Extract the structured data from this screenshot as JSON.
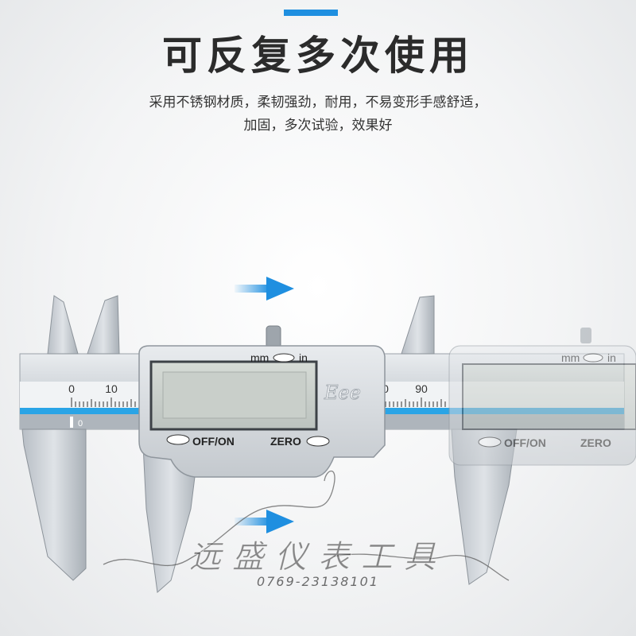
{
  "header": {
    "title": "可反复多次使用",
    "subtitle_line1": "采用不锈钢材质，柔韧强劲，耐用，不易变形手感舒适，",
    "subtitle_line2": "加固，多次试验，效果好"
  },
  "caliper_main": {
    "unit_toggle_label": "mm",
    "unit_toggle_label2": "in",
    "power_button_label": "OFF/ON",
    "zero_button_label": "ZERO",
    "brand_mark": "Eee",
    "scale_labels": [
      "0",
      "10"
    ],
    "vernier_zero": "0"
  },
  "caliper_ghost": {
    "unit_toggle_label": "mm",
    "unit_toggle_label2": "in",
    "power_button_label": "OFF/ON",
    "zero_button_label": "ZERO",
    "scale_labels": [
      "0",
      "90"
    ]
  },
  "watermark": {
    "text": "远盛仪表工具",
    "phone": "0769-23138101"
  },
  "colors": {
    "accent": "#1f8fe0",
    "scale_blue": "#2aa4e6"
  }
}
